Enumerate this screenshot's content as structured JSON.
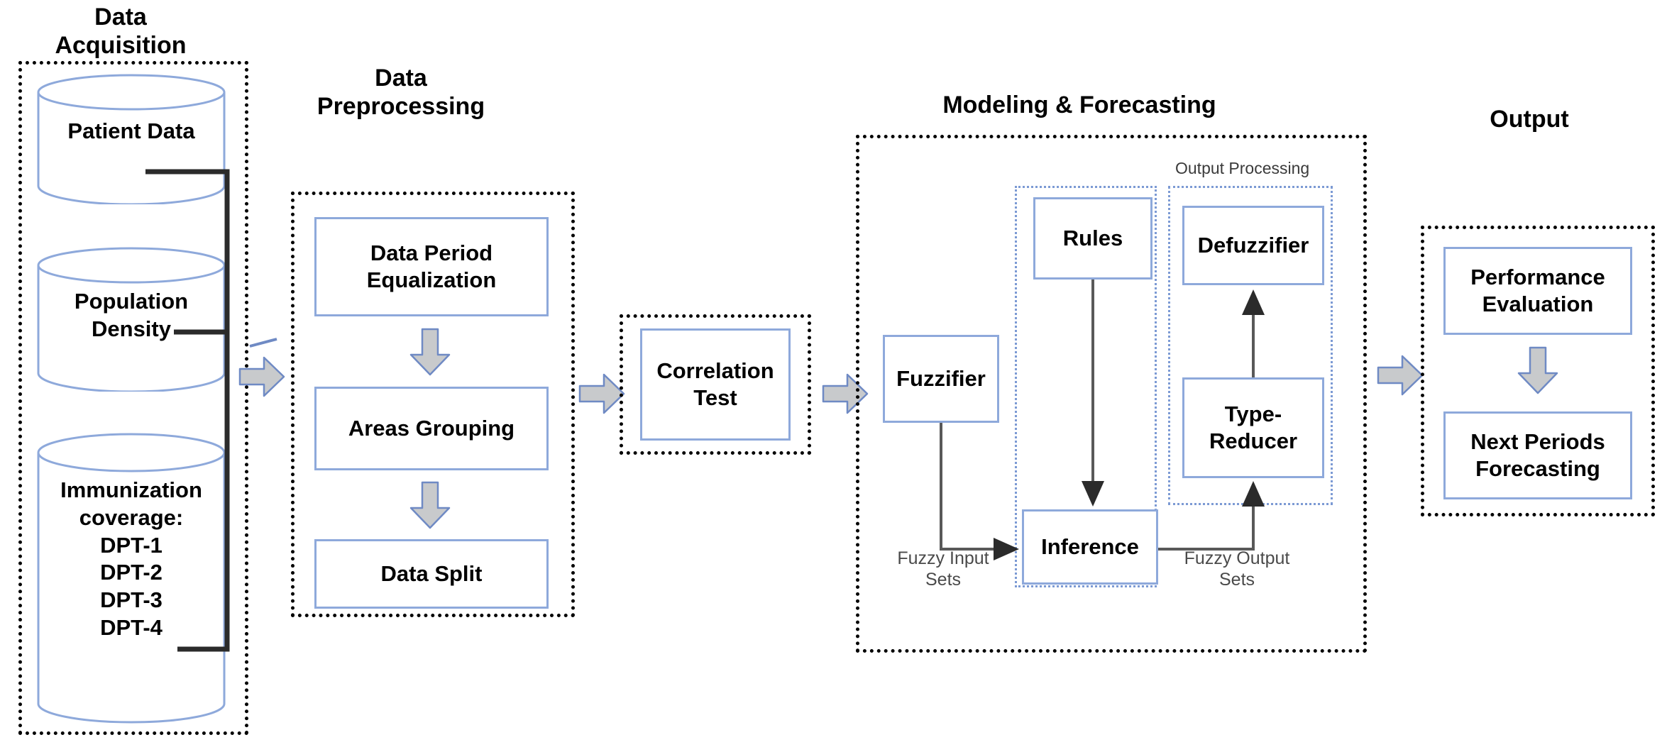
{
  "diagram": {
    "title": "Immunization Coverage Forecasting Pipeline",
    "colors": {
      "box_border": "#8ea9db",
      "stage_border": "#000000",
      "inner_group_border": "#7c9ad4",
      "arrow_fill": "#c8cacc",
      "arrow_stroke": "#6f8ac4",
      "wire": "#595959",
      "background": "#ffffff"
    }
  },
  "stages": {
    "data_acquisition": {
      "title": "Data\nAcquisition",
      "sources": [
        {
          "label": "Patient Data"
        },
        {
          "label": "Population\nDensity"
        },
        {
          "label": "Immunization\ncoverage:\nDPT-1\nDPT-2\nDPT-3\nDPT-4"
        }
      ]
    },
    "data_preprocessing": {
      "title": "Data\nPreprocessing",
      "steps": [
        {
          "label": "Data Period\nEqualization"
        },
        {
          "label": "Areas Grouping"
        },
        {
          "label": "Data Split"
        }
      ]
    },
    "correlation": {
      "step": {
        "label": "Correlation\nTest"
      }
    },
    "modeling": {
      "title": "Modeling & Forecasting",
      "inner_group_label": "Output Processing",
      "blocks": [
        {
          "label": "Fuzzifier"
        },
        {
          "label": "Rules"
        },
        {
          "label": "Inference"
        },
        {
          "label": "Defuzzifier"
        },
        {
          "label": "Type-\nReducer"
        }
      ],
      "connector_labels": [
        {
          "label": "Fuzzy Input\nSets"
        },
        {
          "label": "Fuzzy Output\nSets"
        }
      ]
    },
    "output": {
      "title": "Output",
      "steps": [
        {
          "label": "Performance\nEvaluation"
        },
        {
          "label": "Next Periods\nForecasting"
        }
      ]
    }
  }
}
